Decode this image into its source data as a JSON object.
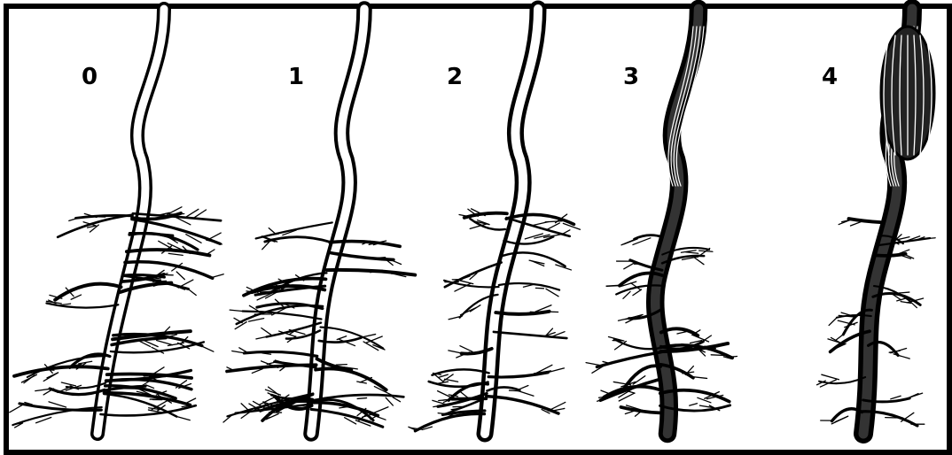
{
  "figure": {
    "stages": [
      {
        "label": "0",
        "severity": 0
      },
      {
        "label": "1",
        "severity": 1
      },
      {
        "label": "2",
        "severity": 2
      },
      {
        "label": "3",
        "severity": 3
      },
      {
        "label": "4",
        "severity": 4
      }
    ],
    "colors": {
      "ink": "#000000",
      "background": "#ffffff"
    }
  }
}
